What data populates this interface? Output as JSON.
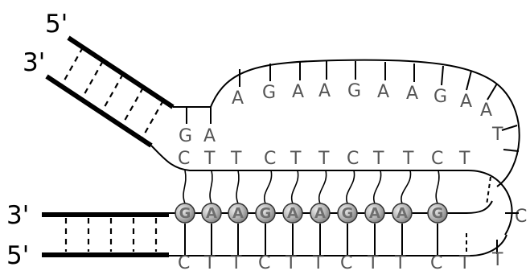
{
  "labels": {
    "top_left_5": "5'",
    "top_left_3": "3'",
    "bottom_left_3": "3'",
    "bottom_left_5": "5'"
  },
  "loop_bases": [
    "A",
    "G",
    "A",
    "A",
    "G",
    "A",
    "A",
    "G",
    "A",
    "A",
    "T",
    "C"
  ],
  "junction_bases": [
    "G",
    "A"
  ],
  "pyrimidine_strand": [
    "C",
    "T",
    "T",
    "C",
    "T",
    "T",
    "C",
    "T",
    "T",
    "C",
    "T"
  ],
  "purine_strand": [
    "G",
    "A",
    "A",
    "G",
    "A",
    "A",
    "G",
    "A",
    "A",
    "G"
  ],
  "lower_strand": [
    "C",
    "T",
    "T",
    "C",
    "T",
    "T",
    "C",
    "T",
    "T",
    "C",
    "T"
  ],
  "last_base": "T",
  "colors": {
    "bead_light": "#e8e8e8",
    "bead_dark": "#8a8a8a",
    "line": "#000000"
  }
}
